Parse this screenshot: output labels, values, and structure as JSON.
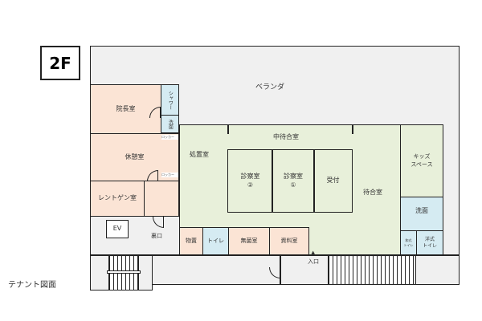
{
  "floor_label": "2F",
  "footer": "テナント図面",
  "rooms": {
    "veranda": "ベランダ",
    "director": "院長室",
    "shower": "シャワー",
    "washroom_small": "洗面",
    "lounge": "休憩室",
    "xray": "レントゲン室",
    "ev": "EV",
    "back_door": "裏口",
    "treatment": "処置室",
    "inner_waiting": "中待合室",
    "exam2": "診察室\n②",
    "exam1": "診察室\n①",
    "reception": "受付",
    "waiting": "待合室",
    "kids": "キッズ\nスペース",
    "washroom": "洗面",
    "japanese_toilet": "和式\nトイレ",
    "western_toilet": "洋式\nトイレ",
    "storage": "物置",
    "toilet": "トイレ",
    "sterile": "無菌室",
    "records": "資料室",
    "entrance": "入口",
    "locker": "ロッカー"
  },
  "colors": {
    "office": "#fbe4d5",
    "clinic": "#e8f0da",
    "water": "#d5ebf2",
    "common": "#efefef"
  }
}
